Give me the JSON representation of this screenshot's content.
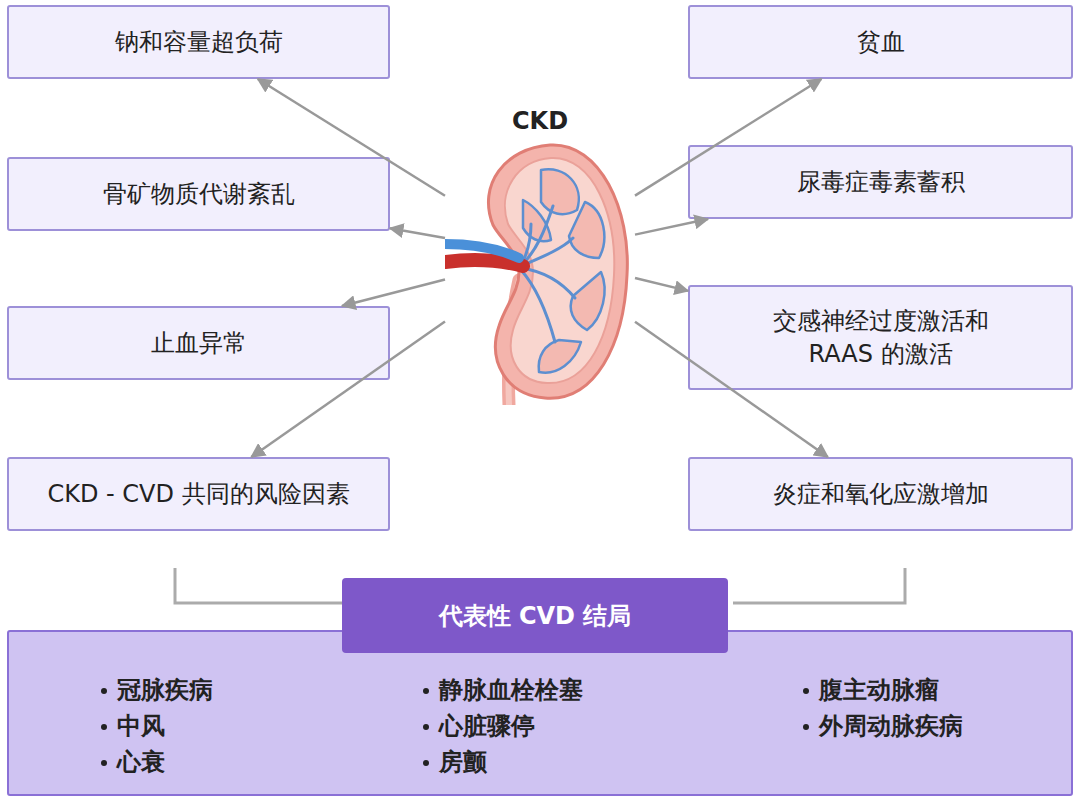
{
  "diagram": {
    "nodes": [
      {
        "text": [
          "钠和容量超负荷"
        ]
      },
      {
        "text": [
          "贫血"
        ]
      },
      {
        "text": [
          "CKD"
        ]
      },
      {
        "text": [
          "骨矿物质代谢紊乱"
        ]
      },
      {
        "text": [
          "尿毒症毒素蓄积"
        ]
      },
      {
        "text": [
          "止血异常"
        ]
      },
      {
        "text": [
          "交感神经过度激活和 RAAS 的激活"
        ]
      },
      {
        "text": [
          "CKD - CVD 共同的风险因素"
        ]
      },
      {
        "text": [
          "炎症和氧化应激增加"
        ]
      },
      {
        "text": [
          "代表性 CVD 结局",
          "冠脉疾病",
          "中风",
          "心衰",
          "静脉血栓栓塞",
          "心脏骤停",
          "房颤",
          "腹主动脉瘤",
          "外周动脉疾病"
        ]
      }
    ],
    "edges": [
      {
        "from": 2,
        "to": 0,
        "arrow": "to"
      },
      {
        "from": 2,
        "to": 1,
        "arrow": "to"
      },
      {
        "from": 2,
        "to": 3,
        "arrow": "to"
      },
      {
        "from": 2,
        "to": 4,
        "arrow": "to"
      },
      {
        "from": 2,
        "to": 5,
        "arrow": "to"
      },
      {
        "from": 2,
        "to": 6,
        "arrow": "to"
      },
      {
        "from": 2,
        "to": 7,
        "arrow": "to"
      },
      {
        "from": 2,
        "to": 8,
        "arrow": "to"
      }
    ]
  }
}
